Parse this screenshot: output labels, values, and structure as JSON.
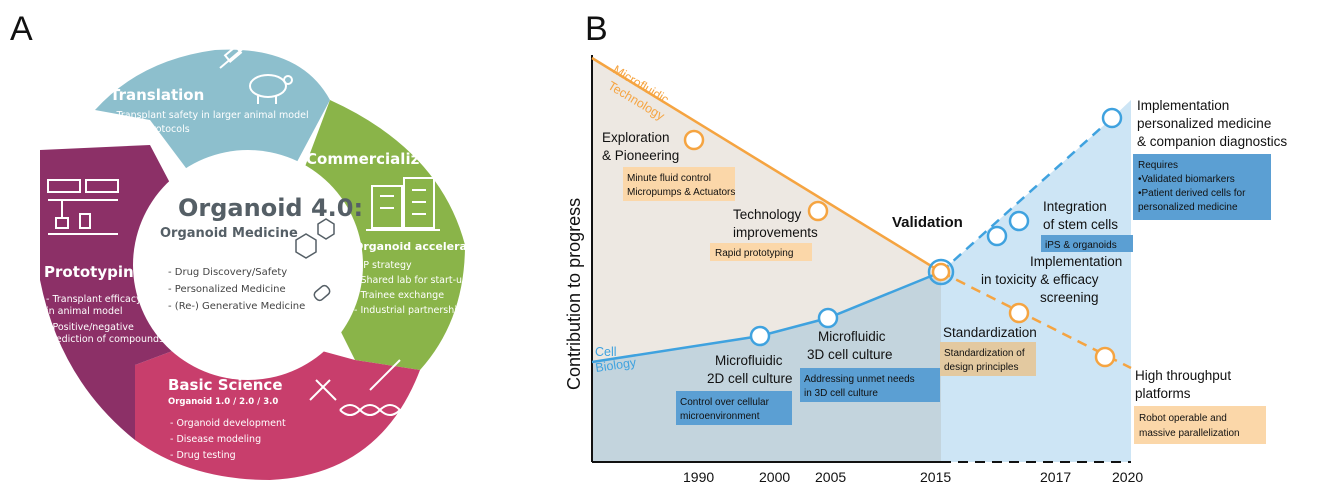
{
  "panel_a": {
    "letter": "A",
    "center": {
      "title": "Organoid 4.0:",
      "subtitle": "Organoid Medicine",
      "items": [
        "- Drug Discovery/Safety",
        "- Personalized Medicine",
        "- (Re-) Generative Medicine"
      ]
    },
    "segments": [
      {
        "title": "Translation",
        "color": "#8dbfcd",
        "items": [
          "- Transplant safety in larger animal model",
          "- cGMP protocols"
        ]
      },
      {
        "title": "Commercialization",
        "color": "#8ab449",
        "items": [
          "Organoid accelerator",
          "- IP strategy",
          "- Shared lab for start-up",
          "- Trainee exchange",
          "- Industrial partnership"
        ]
      },
      {
        "title": "Basic Science",
        "color": "#c83e6c",
        "subtitle": "Organoid 1.0  / 2.0  / 3.0",
        "items": [
          "- Organoid development",
          "- Disease modeling",
          "- Drug testing"
        ]
      },
      {
        "title": "Prototyping",
        "color": "#8c3067",
        "items": [
          "- Transplant efficacy",
          "  in animal model",
          "- Positive/negative",
          "  prediction of compounds"
        ]
      }
    ]
  },
  "panel_b": {
    "letter": "B",
    "y_axis_label": "Contribution to progress",
    "x_ticks": [
      "1990",
      "2000",
      "2005",
      "2015",
      "2017",
      "2020"
    ],
    "line_labels": {
      "microfluidic": [
        "Microfluidic",
        "Technology"
      ],
      "cell": [
        "Cell",
        "Biology"
      ]
    },
    "validation_label": "Validation",
    "colors": {
      "orange": "#f5a441",
      "blue": "#3fa2df",
      "orange_box": "#fbd7a9",
      "blue_box": "#5b9fd3",
      "tan_fill": "#ede8e2",
      "blue_fill": "#cde5f5"
    },
    "labels": [
      {
        "lines": [
          "Exploration",
          "& Pioneering"
        ]
      },
      {
        "lines": [
          "Technology",
          "improvements"
        ]
      },
      {
        "lines": [
          "Microfluidic",
          "2D cell culture"
        ]
      },
      {
        "lines": [
          "Microfluidic",
          "3D cell culture"
        ]
      },
      {
        "lines": [
          "Standardization"
        ]
      },
      {
        "lines": [
          "Integration",
          "of stem cells"
        ]
      },
      {
        "lines": [
          "Implementation",
          "in toxicity & efficacy",
          "screening"
        ]
      },
      {
        "lines": [
          "Implementation",
          "personalized medicine",
          "& companion diagnostics"
        ]
      },
      {
        "lines": [
          "High throughput",
          "platforms"
        ]
      }
    ],
    "boxes": [
      {
        "lines": [
          "Minute fluid control",
          "Micropumps & Actuators"
        ]
      },
      {
        "lines": [
          "Rapid prototyping"
        ]
      },
      {
        "lines": [
          "Control over cellular",
          "microenvironment"
        ]
      },
      {
        "lines": [
          "Addressing unmet needs",
          "in 3D cell culture"
        ]
      },
      {
        "lines": [
          "Standardization of",
          "design principles"
        ]
      },
      {
        "lines": [
          "iPS & organoids"
        ]
      },
      {
        "lines": [
          "Requires",
          "•Validated biomarkers",
          "•Patient derived cells for",
          "personalized medicine"
        ]
      },
      {
        "lines": [
          "Robot operable and",
          "massive parallelization"
        ]
      }
    ]
  }
}
